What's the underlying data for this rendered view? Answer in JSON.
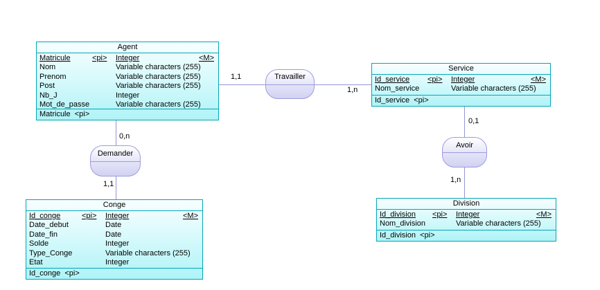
{
  "diagram": {
    "type": "conceptual-data-model",
    "background_color": "#ffffff"
  },
  "colors": {
    "entity_border": "#00a6b6",
    "entity_fill_top": "#f8feff",
    "entity_fill_bottom": "#aff3f7",
    "relationship_border": "#9b9bdd",
    "relationship_fill_top": "#ffffff",
    "relationship_fill_bottom": "#d2d2f2",
    "connector_line": "#9595d6",
    "text": "#000000"
  },
  "entities": [
    {
      "name": "Agent",
      "attributes": [
        {
          "name": "Matricule",
          "pi": "<pi>",
          "type": "Integer",
          "m": "<M>",
          "key": true
        },
        {
          "name": "Nom",
          "pi": "",
          "type": "Variable characters (255)",
          "m": "",
          "key": false
        },
        {
          "name": "Prenom",
          "pi": "",
          "type": "Variable characters (255)",
          "m": "",
          "key": false
        },
        {
          "name": "Post",
          "pi": "",
          "type": "Variable characters (255)",
          "m": "",
          "key": false
        },
        {
          "name": "Nb_J",
          "pi": "",
          "type": "Integer",
          "m": "",
          "key": false
        },
        {
          "name": "Mot_de_passe",
          "pi": "",
          "type": "Variable characters (255)",
          "m": "",
          "key": false
        }
      ],
      "identifier": "Matricule  <pi>"
    },
    {
      "name": "Service",
      "attributes": [
        {
          "name": "Id_service",
          "pi": "<pi>",
          "type": "Integer",
          "m": "<M>",
          "key": true
        },
        {
          "name": "Nom_service",
          "pi": "",
          "type": "Variable characters (255)",
          "m": "",
          "key": false
        }
      ],
      "identifier": "Id_service  <pi>"
    },
    {
      "name": "Conge",
      "attributes": [
        {
          "name": "Id_conge",
          "pi": "<pi>",
          "type": "Integer",
          "m": "<M>",
          "key": true
        },
        {
          "name": "Date_debut",
          "pi": "",
          "type": "Date",
          "m": "",
          "key": false
        },
        {
          "name": "Date_fin",
          "pi": "",
          "type": "Date",
          "m": "",
          "key": false
        },
        {
          "name": "Solde",
          "pi": "",
          "type": "Integer",
          "m": "",
          "key": false
        },
        {
          "name": "Type_Conge",
          "pi": "",
          "type": "Variable characters (255)",
          "m": "",
          "key": false
        },
        {
          "name": "Etat",
          "pi": "",
          "type": "Integer",
          "m": "",
          "key": false
        }
      ],
      "identifier": "Id_conge  <pi>"
    },
    {
      "name": "Division",
      "attributes": [
        {
          "name": "Id_division",
          "pi": "<pi>",
          "type": "Integer",
          "m": "<M>",
          "key": true
        },
        {
          "name": "Nom_division",
          "pi": "",
          "type": "Variable characters (255)",
          "m": "",
          "key": false
        }
      ],
      "identifier": "Id_division  <pi>"
    }
  ],
  "relationships": [
    {
      "name": "Travailler",
      "from": "Agent",
      "to": "Service",
      "cardinality_from": "1,1",
      "cardinality_to": "1,n"
    },
    {
      "name": "Demander",
      "from": "Agent",
      "to": "Conge",
      "cardinality_from": "0,n",
      "cardinality_to": "1,1"
    },
    {
      "name": "Avoir",
      "from": "Service",
      "to": "Division",
      "cardinality_from": "0,1",
      "cardinality_to": "1,n"
    }
  ]
}
